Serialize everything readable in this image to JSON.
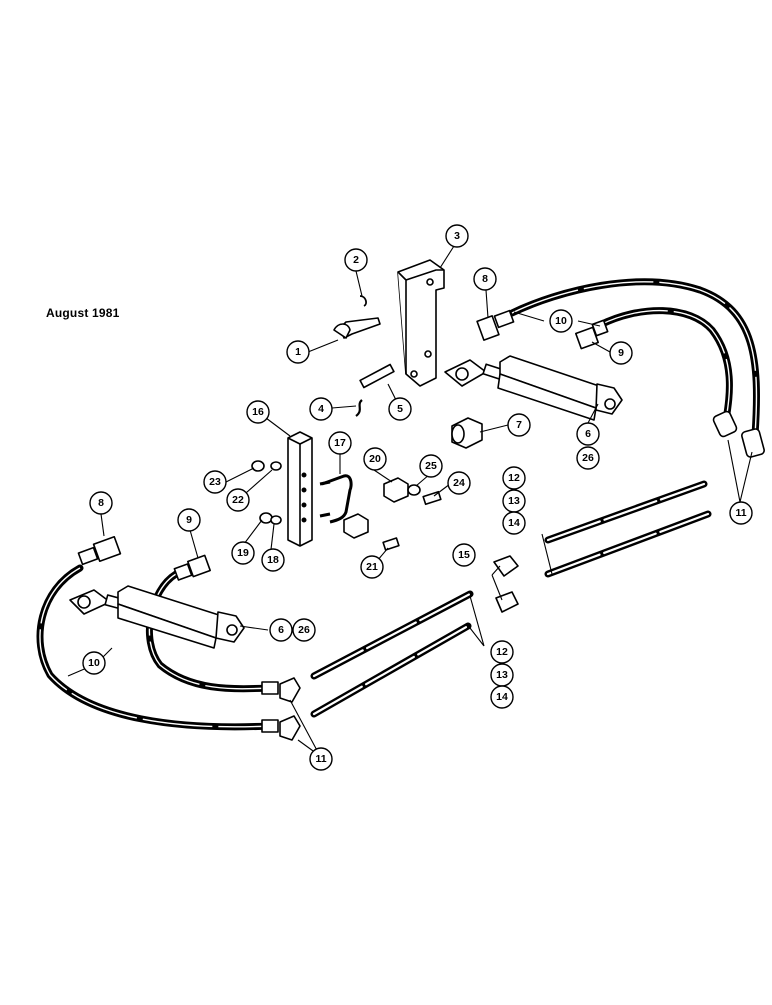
{
  "header": {
    "date_text": "August 1981"
  },
  "callouts": [
    {
      "label": "1"
    },
    {
      "label": "2"
    },
    {
      "label": "3"
    },
    {
      "label": "4"
    },
    {
      "label": "5"
    },
    {
      "label": "6"
    },
    {
      "label": "26"
    },
    {
      "label": "7"
    },
    {
      "label": "8"
    },
    {
      "label": "9"
    },
    {
      "label": "10"
    },
    {
      "label": "11"
    },
    {
      "label": "12"
    },
    {
      "label": "13"
    },
    {
      "label": "14"
    },
    {
      "label": "15"
    },
    {
      "label": "16"
    },
    {
      "label": "17"
    },
    {
      "label": "20"
    },
    {
      "label": "25"
    },
    {
      "label": "24"
    },
    {
      "label": "23"
    },
    {
      "label": "22"
    },
    {
      "label": "19"
    },
    {
      "label": "18"
    },
    {
      "label": "21"
    },
    {
      "label": "8"
    },
    {
      "label": "9"
    },
    {
      "label": "6"
    },
    {
      "label": "26"
    },
    {
      "label": "10"
    },
    {
      "label": "12"
    },
    {
      "label": "13"
    },
    {
      "label": "14"
    },
    {
      "label": "11"
    }
  ]
}
